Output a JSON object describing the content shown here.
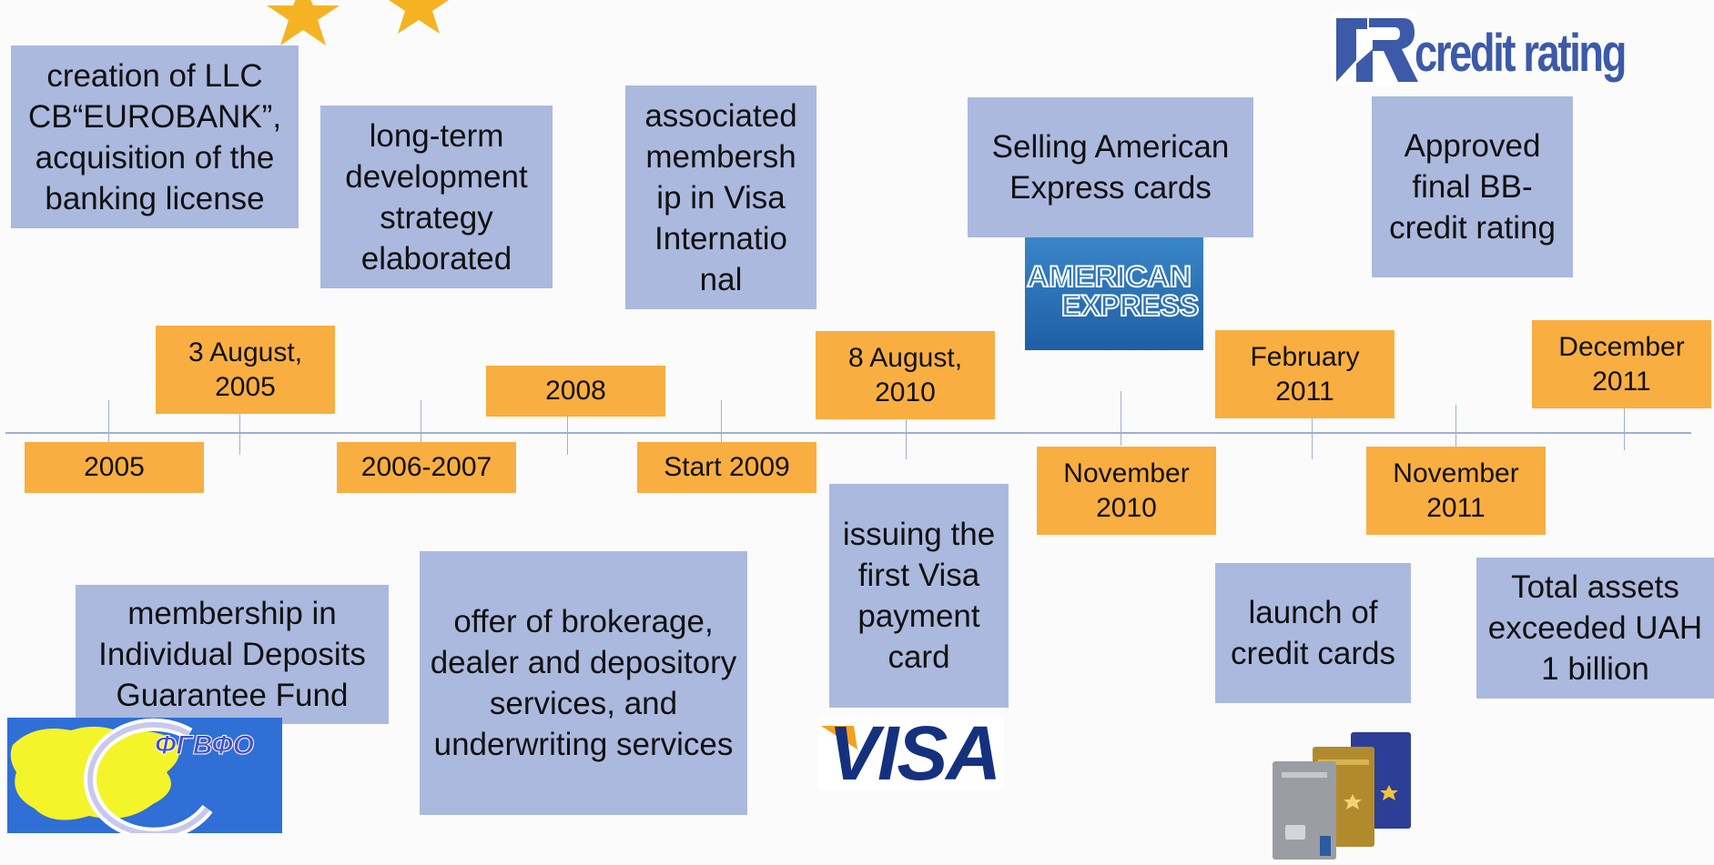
{
  "logos": {
    "credit_rating": "credit rating",
    "amex_line1": "AMERICAN",
    "amex_line2": "EXPRESS",
    "visa": "VISA",
    "fgvfo": "ФГВФО"
  },
  "events": {
    "e2005": {
      "desc": "creation of LLC CB“EUROBANK”, acquisition of the banking license",
      "date": "2005"
    },
    "aug2005": {
      "desc": "membership in Individual Deposits Guarantee Fund",
      "date": "3 August, 2005"
    },
    "e2006": {
      "desc": "long-term development strategy elaborated",
      "date": "2006-2007"
    },
    "e2008": {
      "desc": "offer of brokerage, dealer and depository services, and underwriting services",
      "date": "2008"
    },
    "e2009": {
      "desc": "associated membersh ip in Visa Internatio nal",
      "date": "Start 2009"
    },
    "aug2010": {
      "desc": "issuing the first Visa payment card",
      "date": "8 August, 2010"
    },
    "nov2010": {
      "desc": "Selling American Express cards",
      "date": "November 2010"
    },
    "feb2011": {
      "desc": "launch of credit cards",
      "date": "February 2011"
    },
    "nov2011": {
      "desc": "Approved final BB- credit rating",
      "date": "November 2011"
    },
    "dec2011": {
      "desc": "Total assets exceeded UAH 1 billion",
      "date": "December 2011"
    }
  },
  "colors": {
    "desc_box": "#abb9de",
    "date_box": "#f9ae41",
    "axis": "#9eb0d2"
  }
}
